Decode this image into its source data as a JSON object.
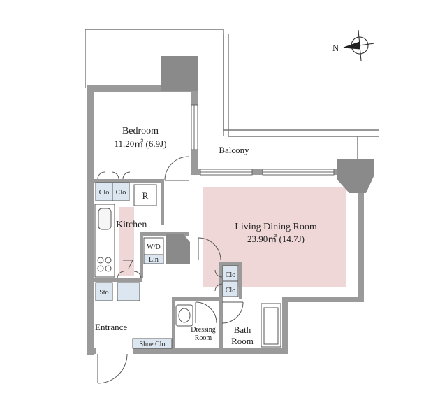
{
  "plan": {
    "compass": {
      "north_label": "N"
    },
    "rooms": {
      "bedroom": {
        "name": "Bedroom",
        "area": "11.20㎡ (6.9J)"
      },
      "balcony": {
        "name": "Balcony"
      },
      "living": {
        "name": "Living Dining Room",
        "area": "23.90㎡ (14.7J)"
      },
      "kitchen": {
        "name": "Kitchen"
      },
      "entrance": {
        "name": "Entrance"
      },
      "dressing": {
        "line1": "Dressing",
        "line2": "Room"
      },
      "bath": {
        "line1": "Bath",
        "line2": "Room"
      }
    },
    "fixtures": {
      "clo_bed_1": "Clo",
      "clo_bed_2": "Clo",
      "refrigerator": "R",
      "washer": "W/D",
      "linen": "Lin",
      "clo_hall_1": "Clo",
      "clo_hall_2": "Clo",
      "storage": "Sto",
      "shoe_clo": "Shoe Clo"
    },
    "colors": {
      "wall": "#9a9a9a",
      "wall_dark": "#777777",
      "room_highlight": "#f0d7d7",
      "fixture_fill": "#dce6f0",
      "line": "#555555"
    }
  }
}
